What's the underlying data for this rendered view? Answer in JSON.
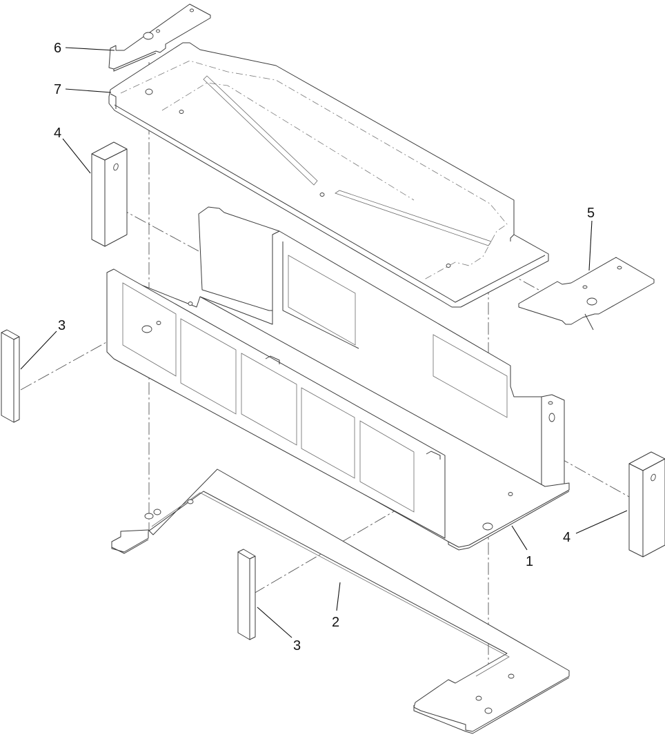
{
  "diagram": {
    "type": "exploded parts assembly (isometric line drawing)",
    "background": "#ffffff",
    "line_color": "#3a3a3a",
    "callouts": [
      {
        "id": "1",
        "label": "1",
        "part": "main frame / base chassis"
      },
      {
        "id": "2",
        "label": "2",
        "part": "bottom L-shaped base plate"
      },
      {
        "id": "3a",
        "label": "3",
        "part": "spacer bar (left)"
      },
      {
        "id": "3b",
        "label": "3",
        "part": "spacer bar (bottom center)"
      },
      {
        "id": "4a",
        "label": "4",
        "part": "block with hole (upper left)"
      },
      {
        "id": "4b",
        "label": "4",
        "part": "block with hole (right)"
      },
      {
        "id": "5",
        "label": "5",
        "part": "right mounting bracket plate"
      },
      {
        "id": "6",
        "label": "6",
        "part": "top mounting bracket plate"
      },
      {
        "id": "7",
        "label": "7",
        "part": "top cover tray"
      }
    ]
  }
}
